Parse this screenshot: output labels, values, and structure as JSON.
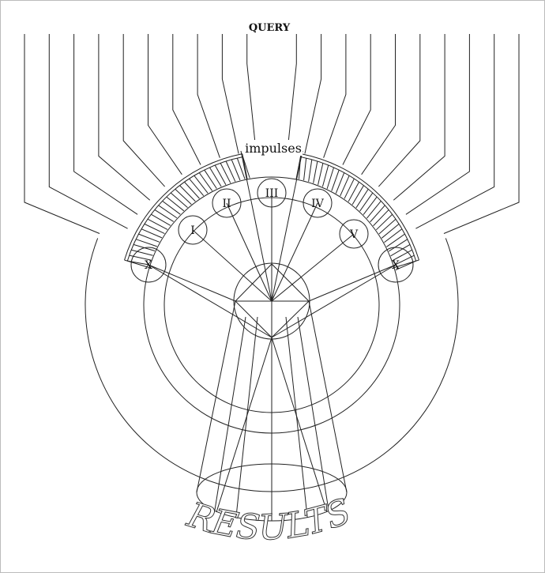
{
  "diagram": {
    "top_label": "QUERY",
    "band_label": "impulses",
    "bottom_label": "RESULTS",
    "nodes": [
      "X",
      "I",
      "II",
      "III",
      "IV",
      "V",
      "X"
    ],
    "stroke_color": "#222222"
  }
}
